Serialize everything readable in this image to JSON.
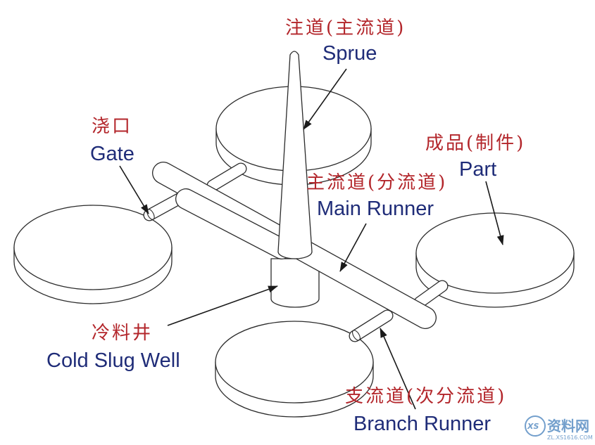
{
  "labels": {
    "sprue": {
      "zh": "注道(主流道)",
      "en": "Sprue"
    },
    "gate": {
      "zh": "浇口",
      "en": "Gate"
    },
    "part": {
      "zh": "成品(制件)",
      "en": "Part"
    },
    "main_runner": {
      "zh": "主流道(分流道)",
      "en": "Main Runner"
    },
    "cold_slug_well": {
      "zh": "冷料井",
      "en": "Cold Slug Well"
    },
    "branch_runner": {
      "zh": "支流道(次分流道)",
      "en": "Branch Runner"
    }
  },
  "watermark": {
    "mark": "XS",
    "name": "资料网",
    "url": "ZL.XS1616.COM"
  },
  "colors": {
    "zh_label": "#b3262b",
    "en_label": "#1f2c78",
    "outline": "#2b2b2b",
    "watermark": "#5b8fc4"
  }
}
